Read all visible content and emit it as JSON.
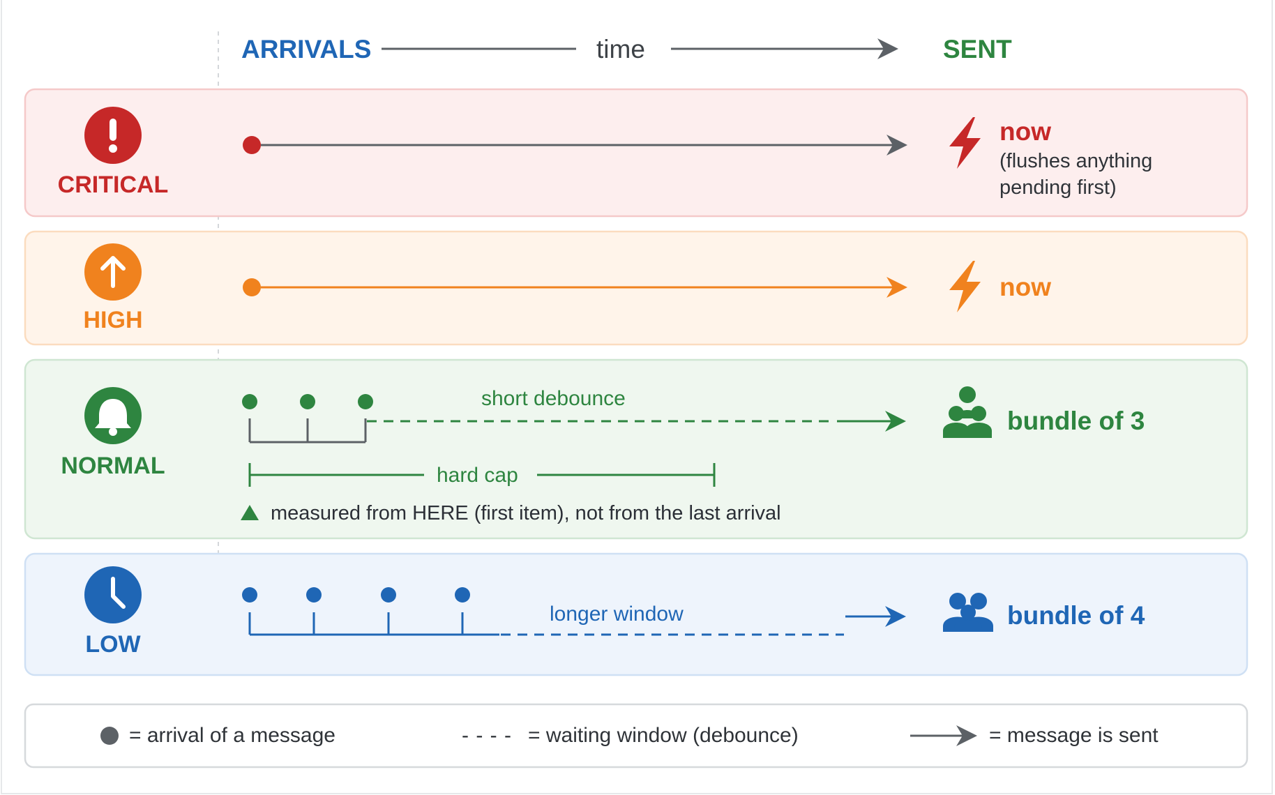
{
  "colors": {
    "critical": "#c62828",
    "high": "#f0821e",
    "normal": "#2e8540",
    "low": "#1f66b5",
    "neutral": "#5c6166"
  },
  "header": {
    "arrivals": "ARRIVALS",
    "time": "time",
    "sent": "SENT"
  },
  "rows": {
    "critical": {
      "level": "CRITICAL",
      "icon": "exclamation-icon",
      "result": "now",
      "note": "(flushes anything pending first)",
      "note_line1": "(flushes anything",
      "note_line2": "pending first)"
    },
    "high": {
      "level": "HIGH",
      "icon": "arrow-up-icon",
      "result": "now"
    },
    "normal": {
      "level": "NORMAL",
      "icon": "bell-icon",
      "window_label": "short debounce",
      "cap_label": "hard cap",
      "cap_note": "measured from HERE (first item), not from the last arrival",
      "result": "bundle of 3",
      "arrivals": 3
    },
    "low": {
      "level": "LOW",
      "icon": "clock-icon",
      "window_label": "longer window",
      "result": "bundle of 4",
      "arrivals": 4
    }
  },
  "legend": {
    "dot": "= arrival of a message",
    "dash_symbol": "- - - -",
    "dash": "= waiting window (debounce)",
    "arrow": "= message is sent"
  }
}
